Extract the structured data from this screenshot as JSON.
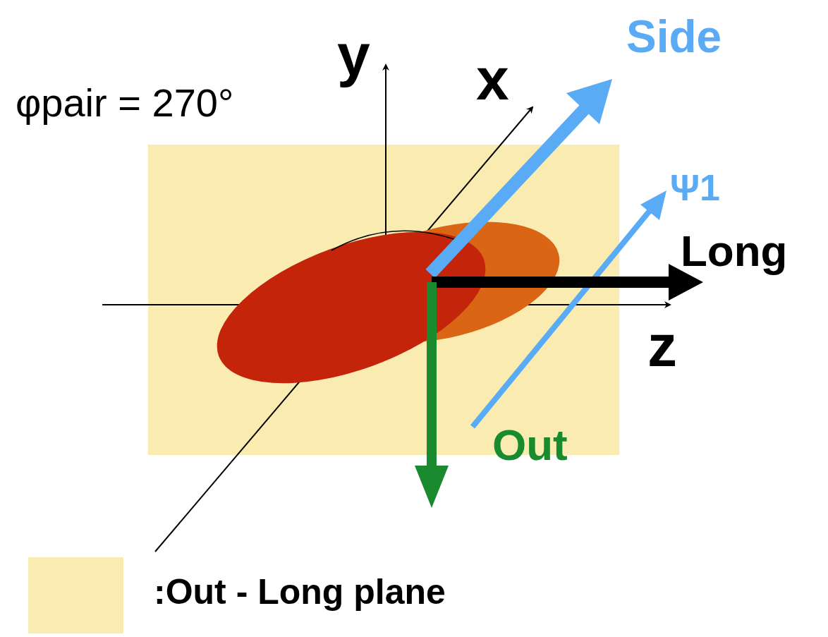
{
  "diagram": {
    "labels": [
      "φpair = 270°",
      "y",
      "x",
      "Side",
      "Ψ1",
      "Long",
      "z",
      "Out"
    ],
    "legend": [
      {
        "text": ":Out - Long plane",
        "color": "#faecb0"
      }
    ]
  }
}
